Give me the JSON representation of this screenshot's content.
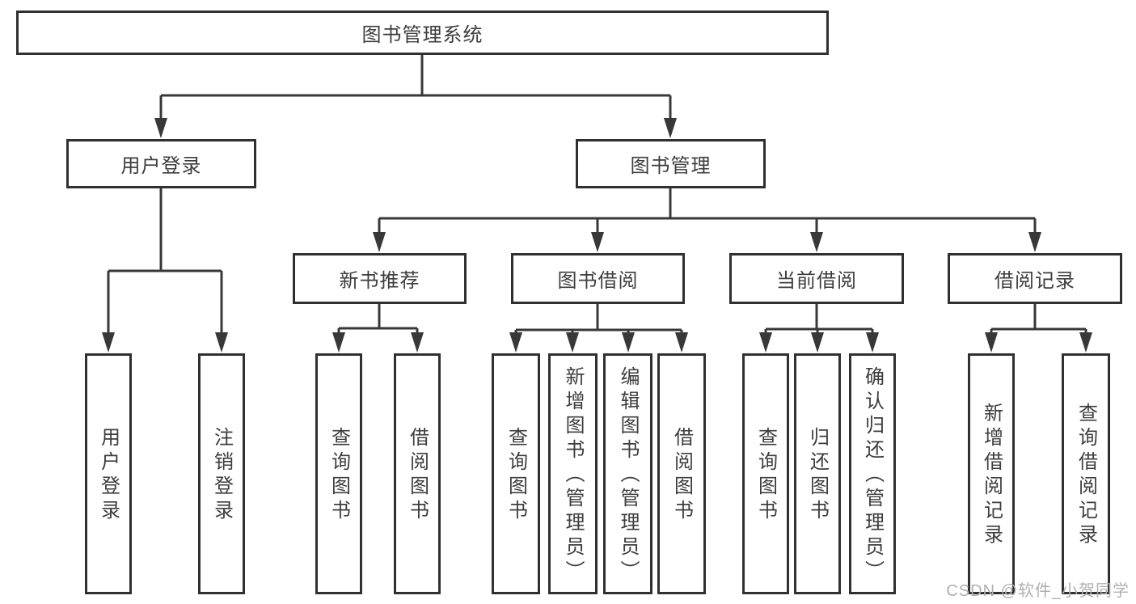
{
  "diagram": {
    "root": {
      "label": "图书管理系统"
    },
    "branches": [
      {
        "label": "用户登录",
        "children": [
          "用户登录",
          "注销登录"
        ]
      },
      {
        "label": "图书管理",
        "sections": [
          {
            "label": "新书推荐",
            "children": [
              "查询图书",
              "借阅图书"
            ]
          },
          {
            "label": "图书借阅",
            "children": [
              "查询图书",
              "新增图书（管理员）",
              "编辑图书（管理员）",
              "借阅图书"
            ]
          },
          {
            "label": "当前借阅",
            "children": [
              "查询图书",
              "归还图书",
              "确认归还（管理员）"
            ]
          },
          {
            "label": "借阅记录",
            "children": [
              "新增借阅记录",
              "查询借阅记录"
            ]
          }
        ]
      }
    ]
  },
  "watermark": "CSDN @软件_小贺同学",
  "colors": {
    "line": "#383838",
    "border": "#303030",
    "text": "#3d3d3d",
    "watermark": "#b0b0b0",
    "background": "#ffffff"
  }
}
